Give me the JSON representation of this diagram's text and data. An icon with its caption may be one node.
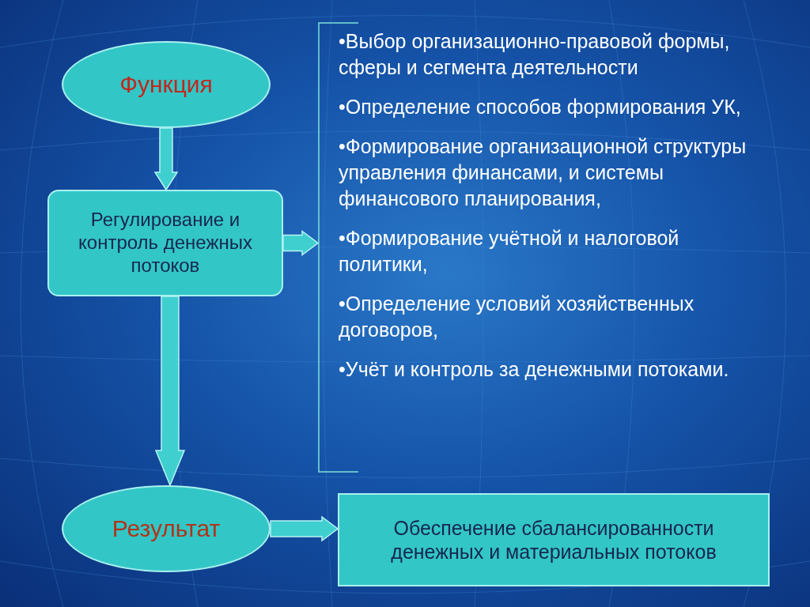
{
  "diagram": {
    "nodes": [
      {
        "text": [
          "Функция"
        ]
      },
      {
        "text": [
          "Регулирование и контроль денежных потоков"
        ]
      },
      {
        "text": [
          "Результат"
        ]
      },
      {
        "text": [
          "•Выбор организационно-правовой формы, сферы и сегмента деятельности",
          "•Определение способов формирования УК,",
          "•Формирование организационной структуры управления финансами, и системы финансового планирования,",
          "•Формирование учётной и налоговой политики,",
          "•Определение условий хозяйственных договоров,",
          "•Учёт и контроль за денежными потоками."
        ]
      },
      {
        "text": [
          "Обеспечение сбалансированности денежных и материальных потоков"
        ]
      }
    ],
    "edges": [
      {
        "from": 0,
        "to": 1,
        "arrow": "to"
      },
      {
        "from": 1,
        "to": 2,
        "arrow": "to"
      },
      {
        "from": 1,
        "to": 3,
        "arrow": "to"
      },
      {
        "from": 2,
        "to": 4,
        "arrow": "to"
      }
    ]
  }
}
